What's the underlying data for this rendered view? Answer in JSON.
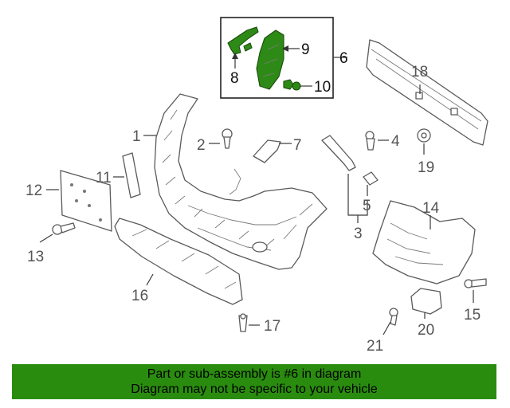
{
  "diagram": {
    "callouts": {
      "c1": "1",
      "c2": "2",
      "c3": "3",
      "c4": "4",
      "c5": "5",
      "c6": "6",
      "c7": "7",
      "c8": "8",
      "c9": "9",
      "c10": "10",
      "c11": "11",
      "c12": "12",
      "c13": "13",
      "c14": "14",
      "c15": "15",
      "c16": "16",
      "c17": "17",
      "c18": "18",
      "c19": "19",
      "c20": "20",
      "c21": "21"
    },
    "highlight_color": "#2e8a16"
  },
  "banner": {
    "line1": "Part or sub-assembly is #6 in diagram",
    "line2": "Diagram may not be specific to your vehicle",
    "background": "#2a8c0f"
  }
}
